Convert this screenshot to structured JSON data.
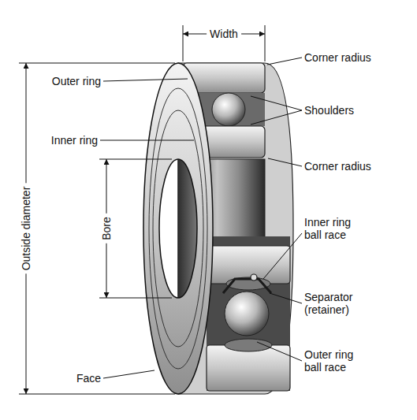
{
  "diagram": {
    "labels": [
      "Width",
      "Corner radius",
      "Outer ring",
      "Shoulders",
      "Inner ring",
      "Corner radius",
      "Bore",
      "Inner ring ball race",
      "Outside diameter",
      "Separator (retainer)",
      "Outer ring ball race",
      "Face"
    ]
  }
}
